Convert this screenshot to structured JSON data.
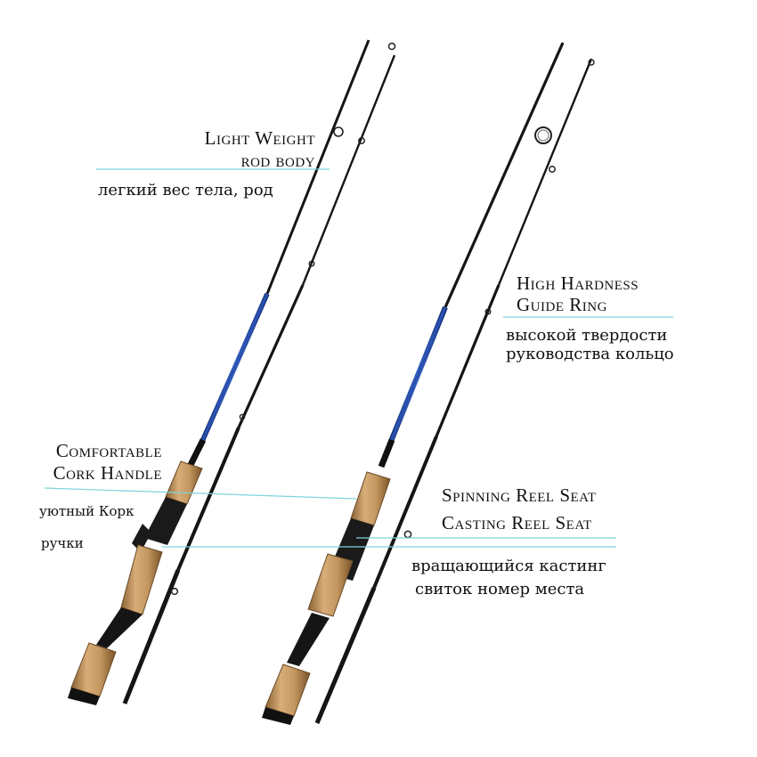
{
  "colors": {
    "cyan_line": "#7fd3dc",
    "rod_black": "#151515",
    "rod_blue": "#1f3f8f",
    "cork": "#c49760",
    "cork_dark": "#8a6234",
    "grip_black": "#1a1a1a"
  },
  "labels": {
    "light_weight_line1": "Light Weight",
    "light_weight_line2": "rod body",
    "light_weight_ru": "легкий вес тела, род",
    "guide_ring_line1": "High Hardness",
    "guide_ring_line2": "Guide Ring",
    "guide_ring_ru_line1": "высокой твердости",
    "guide_ring_ru_line2": "руководства кольцо",
    "handle_line1": "Comfortable",
    "handle_line2": "Cork Handle",
    "handle_ru_line1": "уютный  Корк",
    "handle_ru_line2": "ручки",
    "spinning_seat": "Spinning Reel Seat",
    "casting_seat": "Casting Reel Seat",
    "seat_ru_line1": "вращающийся кастинг",
    "seat_ru_line2": "свиток номер места"
  }
}
